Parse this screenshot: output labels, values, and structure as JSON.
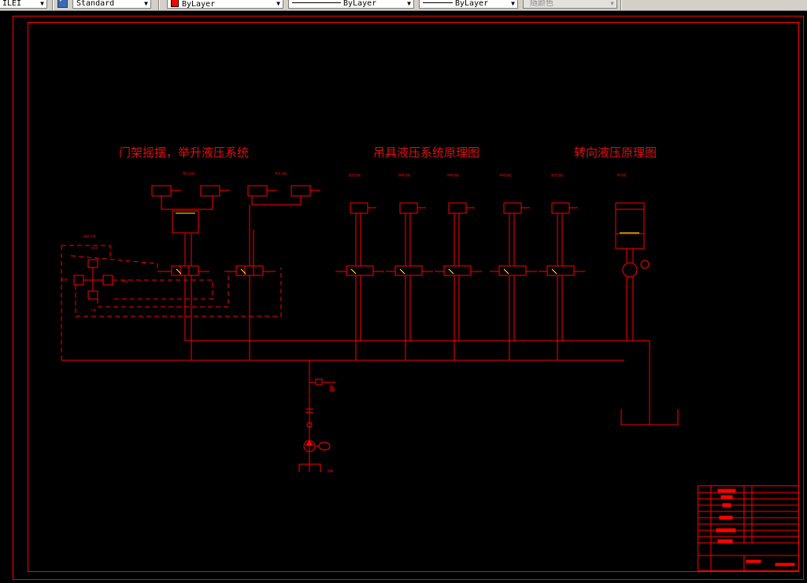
{
  "toolbar": {
    "layer_combo": "ILEI",
    "textstyle_combo": "Standard",
    "color_combo": "ByLayer",
    "linetype_combo": "ByLayer",
    "lineweight_combo": "ByLayer",
    "plotstyle_combo": "随颜色"
  },
  "drawing": {
    "title_left": "门架摇摆，举升液压系统",
    "title_middle": "吊具液压系统原理图",
    "title_right": "转向液压原理图"
  },
  "colors": {
    "canvas": "#000000",
    "line": "#ff0000",
    "text": "#e01010",
    "highlight": "#ffff00"
  }
}
